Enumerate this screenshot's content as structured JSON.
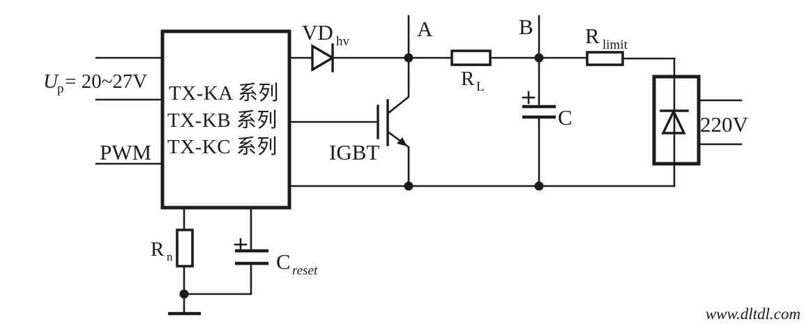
{
  "diagram": {
    "title_semantics": "IGBT driver module application circuit",
    "module": {
      "lines": [
        "TX-KA 系列",
        "TX-KB 系列",
        "TX-KC 系列"
      ]
    },
    "inputs": {
      "supply_main": "U",
      "supply_sub": "p",
      "supply_rest": "= 20~27V",
      "pwm": "PWM"
    },
    "labels": {
      "diode_main": "VD",
      "diode_sub": "hv",
      "igbt": "IGBT",
      "node_a": "A",
      "node_b": "B",
      "r_load_main": "R",
      "r_load_sub": "L",
      "cap_filter": "C",
      "r_limit_main": "R",
      "r_limit_sub": "limit",
      "mains_voltage": "220V",
      "r_n_main": "R",
      "r_n_sub": "n",
      "cap_reset_main": "C",
      "cap_reset_sub": "reset"
    },
    "colors": {
      "ink": "#1c1c1c",
      "background": "#ffffff"
    },
    "watermark": "www.dltdl.com"
  }
}
